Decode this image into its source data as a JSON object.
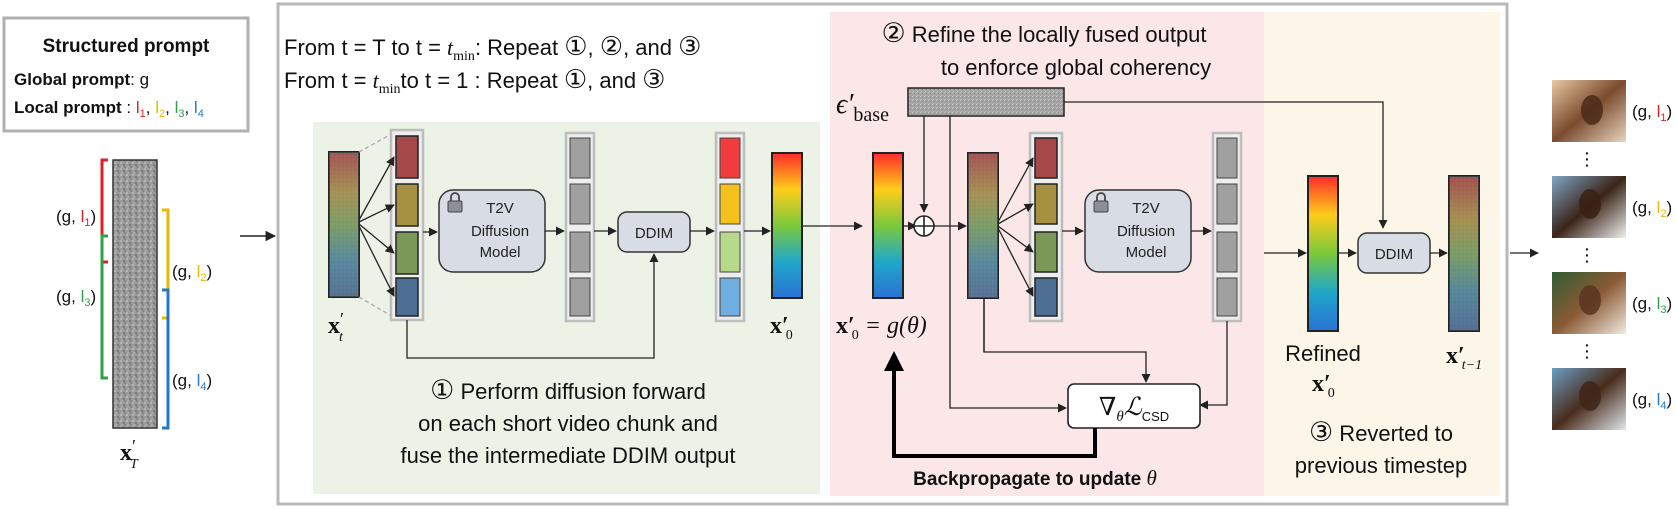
{
  "colors": {
    "stage1_bg": "#ecf2e6",
    "stage2_bg": "#fbe7e7",
    "stage3_bg": "#fbf6e7",
    "box_border": "#b0b0b0",
    "model_fill": "#d7dce5",
    "red": "#e02020",
    "yellow": "#e6b800",
    "green": "#2da24a",
    "blue": "#2379c9"
  },
  "structured_prompt": {
    "title": "Structured prompt",
    "global_label": "Global prompt",
    "global_value": ": g",
    "local_label": "Local prompt",
    "local_sep": " : ",
    "local_items": [
      "l",
      "l",
      "l",
      "l"
    ],
    "local_subs": [
      "1",
      "2",
      "3",
      "4"
    ]
  },
  "left_brackets": [
    {
      "g": "(g, ",
      "l": "l",
      "sub": "1",
      "close": ")"
    },
    {
      "g": "(g, ",
      "l": "l",
      "sub": "2",
      "close": ")"
    },
    {
      "g": "(g, ",
      "l": "l",
      "sub": "3",
      "close": ")"
    },
    {
      "g": "(g, ",
      "l": "l",
      "sub": "4",
      "close": ")"
    }
  ],
  "xT_label": "x",
  "xT_prime": "′",
  "xT_sub": "T",
  "loop": {
    "line1_a": "From t = T to t = ",
    "line1_tmin": "t",
    "line1_tmin_sub": "min",
    "line1_b": ": Repeat ",
    "line1_c": "①",
    "line1_d": ", ",
    "line1_e": "②",
    "line1_f": ", and ",
    "line1_g": "③",
    "line2_a": "From t = ",
    "line2_tmin": "t",
    "line2_tmin_sub": "min",
    "line2_b": "to t = 1  : Repeat ",
    "line2_c": "①",
    "line2_d": ", and ",
    "line2_e": "③"
  },
  "stage1": {
    "num": "①",
    "line1": " Perform diffusion forward",
    "line2": "on each short video chunk and",
    "line3": "fuse the intermediate DDIM output",
    "model_l1": "T2V",
    "model_l2": "Diffusion",
    "model_l3": "Model",
    "ddim": "DDIM",
    "xt_label": "x",
    "xt_prime": "′",
    "xt_sub": "t",
    "x0_label": "x′",
    "x0_sub": "0"
  },
  "stage2": {
    "num": "②",
    "title1": " Refine the locally fused output",
    "title2": "to enforce global coherency",
    "eps": "ϵ′",
    "eps_sub": "base",
    "x0g": "x′",
    "x0g_sub": "0",
    "x0g_rest": " = g(θ)",
    "oplus": "⊕",
    "model_l1": "T2V",
    "model_l2": "Diffusion",
    "model_l3": "Model",
    "loss_nabla": "∇",
    "loss_theta": "θ",
    "loss_L": "ℒ",
    "loss_sub": "CSD",
    "backprop": "Backpropagate to update ",
    "backprop_theta": "θ"
  },
  "stage3": {
    "num": "③",
    "line1": " Reverted to",
    "line2": "previous timestep",
    "refined1": "Refined",
    "refined2": "x′",
    "refined2_sub": "0",
    "ddim": "DDIM",
    "xprev": "x′",
    "xprev_sub": "t−1"
  },
  "outputs": [
    {
      "g": "(g, ",
      "l": "l",
      "sub": "1",
      "close": ")"
    },
    {
      "g": "(g, ",
      "l": "l",
      "sub": "2",
      "close": ")"
    },
    {
      "g": "(g, ",
      "l": "l",
      "sub": "3",
      "close": ")"
    },
    {
      "g": "(g, ",
      "l": "l",
      "sub": "4",
      "close": ")"
    }
  ],
  "vdots": "⋮"
}
